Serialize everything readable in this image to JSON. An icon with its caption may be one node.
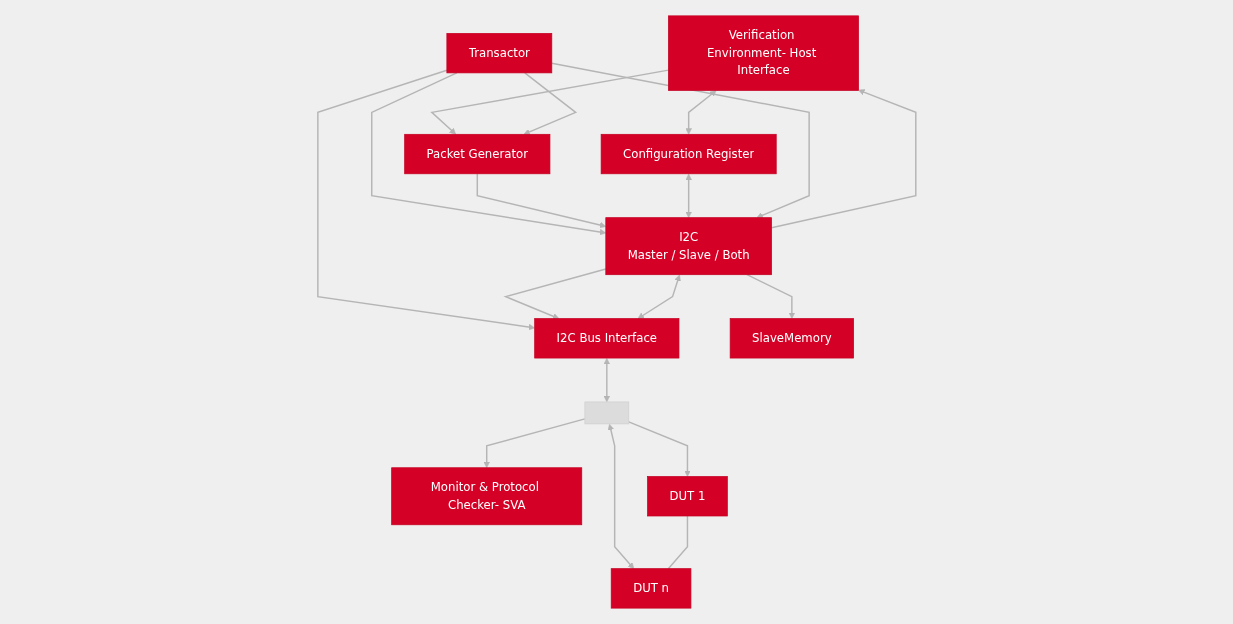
{
  "diagram": {
    "nodes": [
      {
        "text": [
          "Verification Environment- Host Interface"
        ]
      },
      {
        "text": [
          "Packet Generator"
        ]
      },
      {
        "text": [
          "Transactor"
        ]
      },
      {
        "text": [
          "Configuration Register"
        ]
      },
      {
        "text": [
          "I2C",
          "Master / Slave / Both"
        ]
      },
      {
        "text": [
          "I2C Bus Interface"
        ]
      },
      {
        "text": [
          "SlaveMemory"
        ]
      },
      {
        "text": [
          "Monitor & Protocol Checker- SVA"
        ]
      },
      {
        "text": [],
        "shape": "bar"
      },
      {
        "text": [
          "DUT 1"
        ]
      },
      {
        "text": [
          "DUT n"
        ]
      }
    ],
    "edges": [
      {
        "from": 0,
        "to": 1,
        "arrow": "to"
      },
      {
        "from": 2,
        "to": 1,
        "arrow": "to"
      },
      {
        "from": 2,
        "to": 4,
        "arrow": "to"
      },
      {
        "from": 2,
        "to": 5,
        "arrow": "to"
      },
      {
        "from": 1,
        "to": 4,
        "arrow": "to"
      },
      {
        "from": 0,
        "to": 3,
        "arrow": "both"
      },
      {
        "from": 3,
        "to": 4,
        "arrow": "both"
      },
      {
        "from": 4,
        "to": 0,
        "arrow": "to"
      },
      {
        "from": 4,
        "to": 6,
        "arrow": "to"
      },
      {
        "from": 4,
        "to": 5,
        "arrow": "to"
      },
      {
        "from": 4,
        "to": 5,
        "arrow": "both"
      },
      {
        "from": 2,
        "to": 4,
        "arrow": "to"
      },
      {
        "from": 5,
        "to": 8,
        "arrow": "both"
      },
      {
        "from": 8,
        "to": 9,
        "arrow": "to"
      },
      {
        "from": 8,
        "to": 10,
        "arrow": "both"
      },
      {
        "from": 8,
        "to": 7,
        "arrow": "to"
      },
      {
        "from": 9,
        "to": 10,
        "arrow": "none"
      }
    ]
  }
}
